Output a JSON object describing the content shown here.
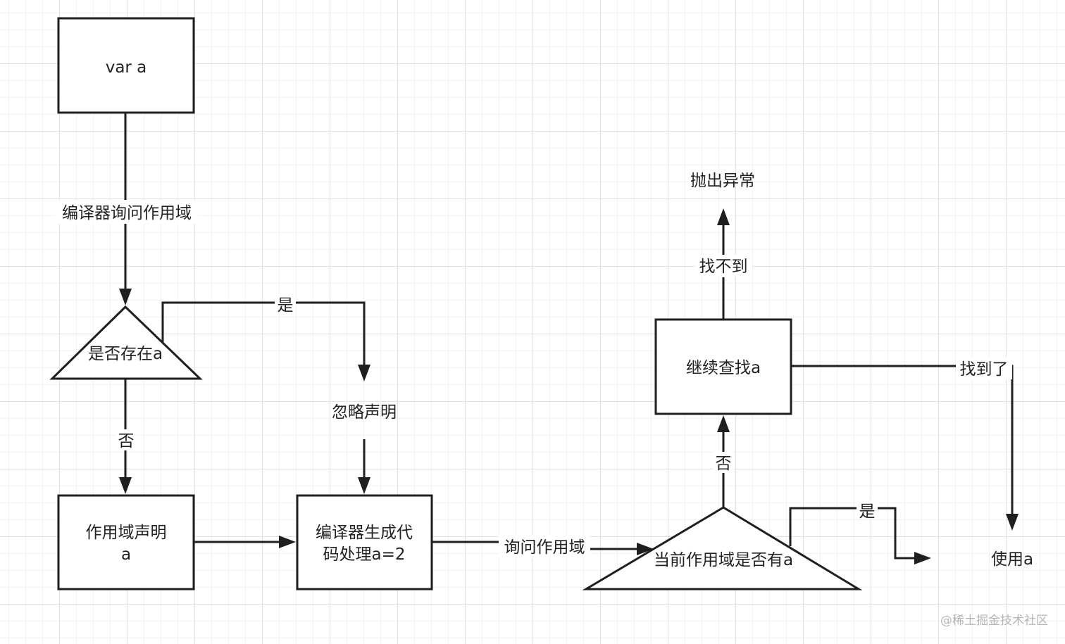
{
  "nodes": {
    "var_a": "var a",
    "exists_a": "是否存在a",
    "ignore_decl": "忽略声明",
    "scope_declare_line1": "作用域声明",
    "scope_declare_line2": "a",
    "compiler_gen_line1": "编译器生成代",
    "compiler_gen_line2": "码处理a=2",
    "current_scope_has_a": "当前作用域是否有a",
    "continue_search": "继续查找a",
    "throw_error": "抛出异常",
    "use_a": "使用a"
  },
  "edges": {
    "ask_scope_compiler": "编译器询问作用域",
    "yes_top": "是",
    "no_left": "否",
    "ask_scope": "询问作用域",
    "no_right": "否",
    "not_found": "找不到",
    "found": "找到了",
    "yes_right": "是"
  },
  "watermark": "@稀土掘金技术社区"
}
